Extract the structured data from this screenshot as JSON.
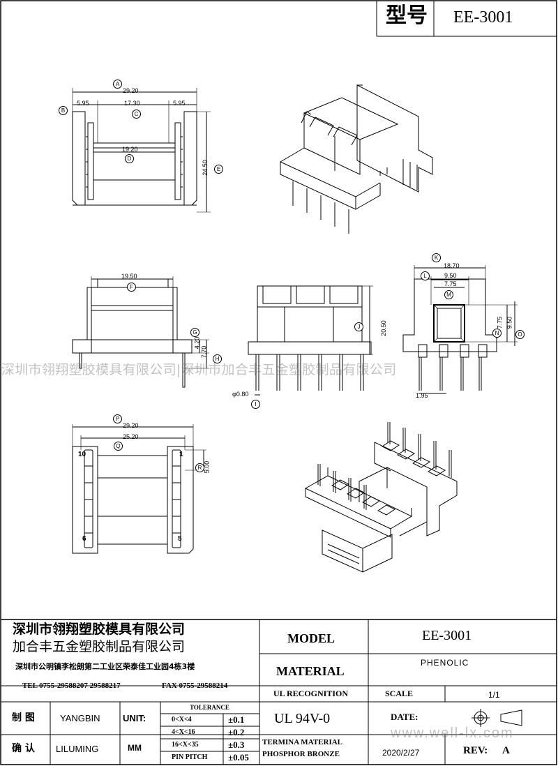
{
  "header": {
    "model_label": "型号",
    "model_value": "EE-3001"
  },
  "views": {
    "top": {
      "dims": {
        "A": "29.20",
        "B_left": "5.95",
        "C": "17.30",
        "B_right": "5.95",
        "D": "19.20",
        "E": "24.50"
      },
      "labels": {
        "A": "A",
        "B": "B",
        "C": "C",
        "D": "D",
        "E": "E"
      }
    },
    "side": {
      "dims": {
        "F": "19.50",
        "G": "4.20",
        "H": "7.70"
      },
      "labels": {
        "F": "F",
        "G": "G",
        "H": "H"
      }
    },
    "front": {
      "dims": {
        "J": "20.50",
        "I": "φ0.80"
      },
      "labels": {
        "J": "J",
        "I": "I"
      }
    },
    "section": {
      "dims": {
        "K": "18.70",
        "L": "9.50",
        "M": "7.75",
        "N": "7.75",
        "O": "9.50",
        "pitch": "1.95"
      },
      "labels": {
        "K": "K",
        "L": "L",
        "M": "M",
        "N": "N",
        "O": "O"
      }
    },
    "bottom": {
      "dims": {
        "P": "29.20",
        "Q": "25.20",
        "R": "5.00"
      },
      "labels": {
        "P": "P",
        "Q": "Q",
        "R": "R"
      },
      "pins": {
        "tl": "10",
        "tr": "1",
        "bl": "6",
        "br": "5"
      }
    }
  },
  "watermark": {
    "center": "深圳市翎翔塑胶模具有限公司|深圳市加合丰五金塑胶制品有限公司",
    "bottom": "www.well-lx.com"
  },
  "title_block": {
    "company1": "深圳市翎翔塑胶模具有限公司",
    "company2": "加合丰五金塑胶制品有限公司",
    "address": "深圳市公明镇李松朗第二工业区荣泰佳工业园4栋3楼",
    "tel": "TEL 0755-29588207 29588217",
    "fax": "FAX 0755-29588214",
    "model_label": "MODEL",
    "model_value": "EE-3001",
    "material_label": "MATERIAL",
    "material_value": "PHENOLIC",
    "ul_label": "UL RECOGNITION",
    "scale_label": "SCALE",
    "scale_value": "1/1",
    "draw_label": "制 图",
    "draw_name": "YANGBIN",
    "confirm_label": "确 认",
    "confirm_name": "LILUMING",
    "unit_label": "UNIT:",
    "unit_value": "MM",
    "tolerance_label": "TOLERANCE",
    "tol_rows": [
      {
        "range": "0<X<4",
        "value": "±0.1"
      },
      {
        "range": "4<X<16",
        "value": "±0.2"
      },
      {
        "range": "16<X<35",
        "value": "±0.3"
      },
      {
        "range": "PIN PITCH",
        "value": "±0.05"
      }
    ],
    "ul_value": "UL 94V-0",
    "date_label": "DATE:",
    "terminal_material_1": "TERMINA MATERIAL",
    "terminal_material_2": "PHOSPHOR BRONZE",
    "date_value": "2020/2/27",
    "rev_label": "REV:",
    "rev_value": "A"
  }
}
